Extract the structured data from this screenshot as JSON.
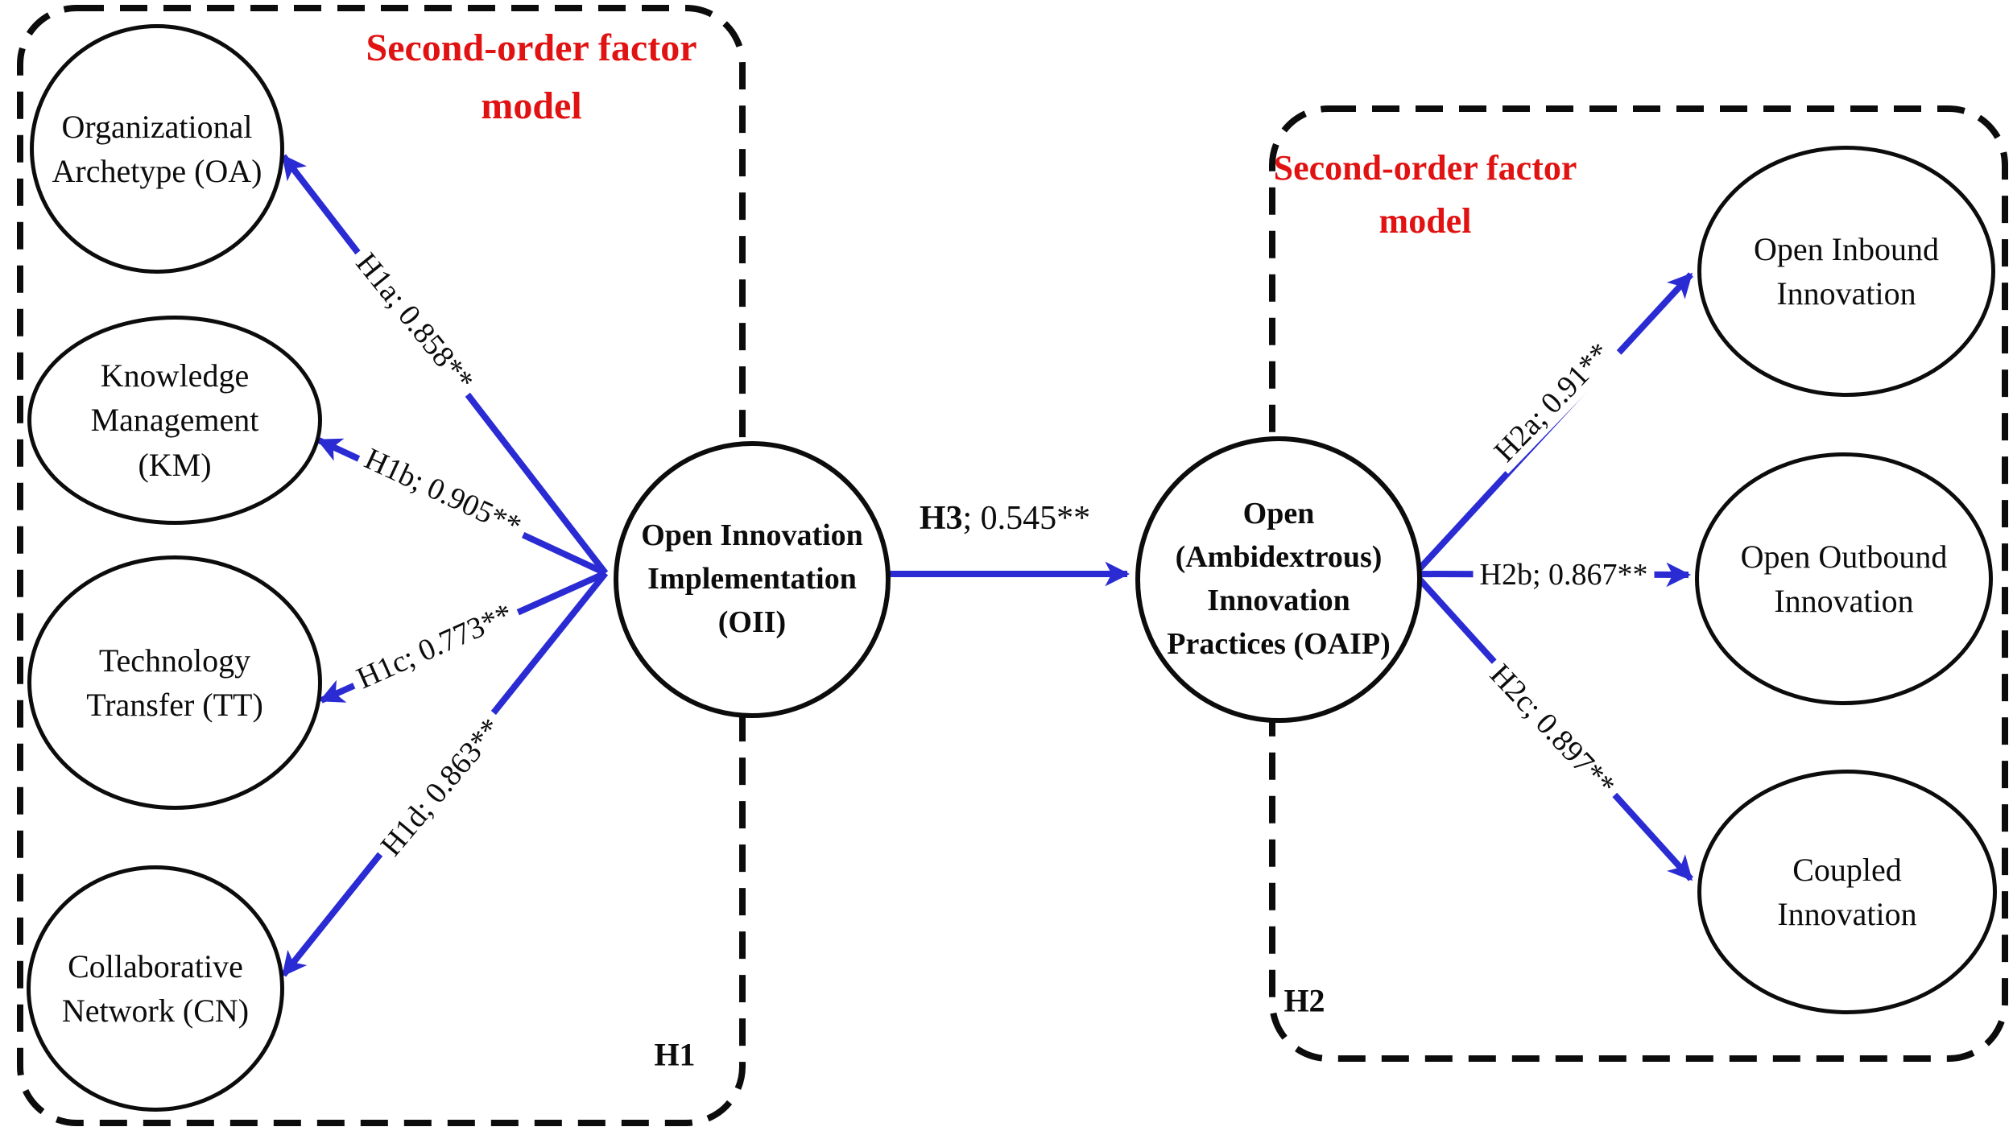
{
  "colors": {
    "arrow_blue": "#2b2bd4",
    "title_red": "#e11212",
    "outline_black": "#0c0c0c"
  },
  "left_box": {
    "title": "Second-order factor\nmodel",
    "hypothesis_tag": "H1"
  },
  "right_box": {
    "title": "Second-order factor\nmodel",
    "hypothesis_tag": "H2"
  },
  "nodes": {
    "oa": {
      "text": "Organizational\nArchetype (OA)"
    },
    "km": {
      "text": "Knowledge\nManagement\n(KM)"
    },
    "tt": {
      "text": "Technology\nTransfer (TT)"
    },
    "cn": {
      "text": "Collaborative\nNetwork (CN)"
    },
    "oii": {
      "text": "Open Innovation\nImplementation\n(OII)"
    },
    "oaip": {
      "text": "Open\n(Ambidextrous)\nInnovation\nPractices (OAIP)"
    },
    "inbound": {
      "text": "Open Inbound\nInnovation"
    },
    "outbound": {
      "text": "Open Outbound\nInnovation"
    },
    "coupled": {
      "text": "Coupled\nInnovation"
    }
  },
  "paths": {
    "h1a": {
      "label": "H1a; 0.858**"
    },
    "h1b": {
      "label": "H1b; 0.905**"
    },
    "h1c": {
      "label": "H1c; 0.773**"
    },
    "h1d": {
      "label": "H1d; 0.863**"
    },
    "h2a": {
      "label": "H2a; 0.91**"
    },
    "h2b": {
      "label": "H2b; 0.867**"
    },
    "h2c": {
      "label": "H2c; 0.897**"
    },
    "h3": {
      "name": "H3",
      "value": "; 0.545**"
    }
  }
}
